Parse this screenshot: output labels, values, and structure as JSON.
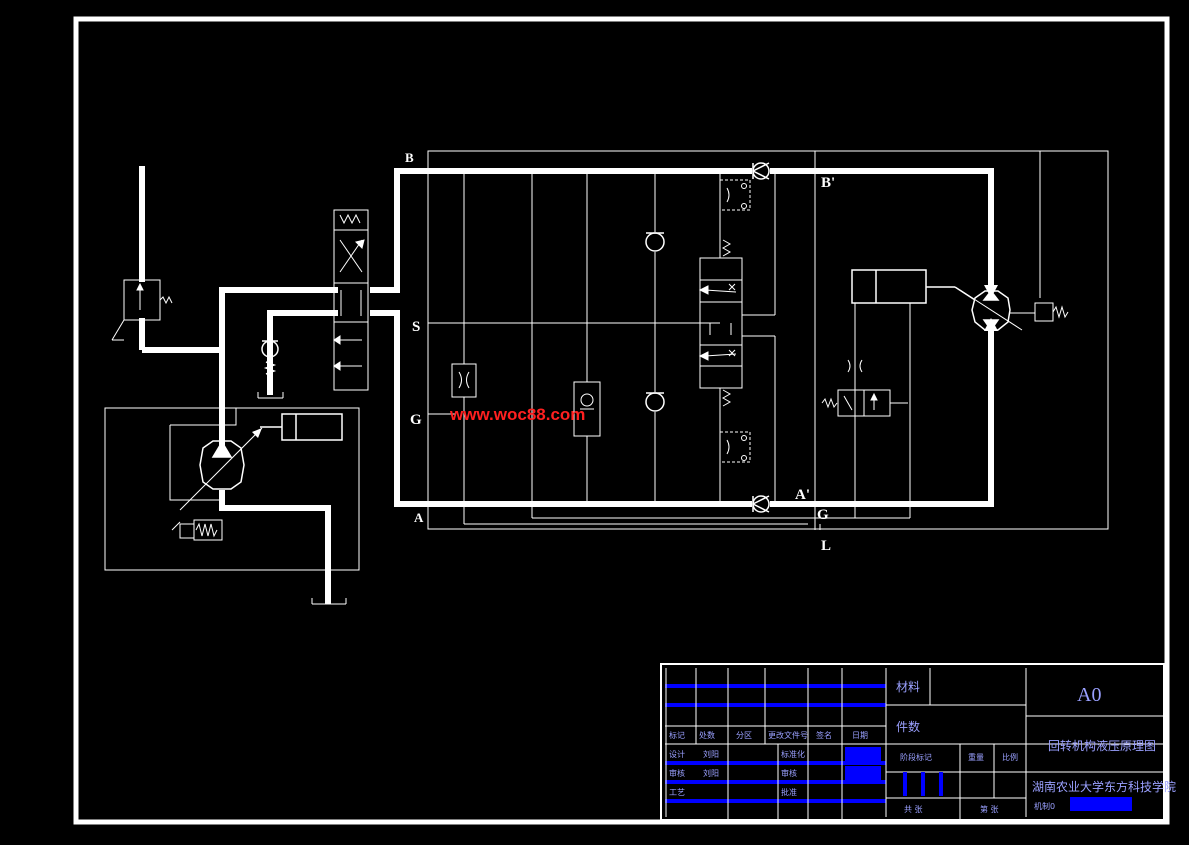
{
  "ports": {
    "B": "B",
    "B_prime": "B'",
    "S": "S",
    "G": "G",
    "A": "A",
    "A_prime": "A'",
    "G2": "G",
    "L": "L"
  },
  "watermark": "www.woc88.com",
  "title_block": {
    "size_label": "A0",
    "material_label": "材料",
    "part_count_label": "件数",
    "drawing_title": "回转机构液压原理图",
    "school": "湖南农业大学东方科技学院",
    "class_label": "机制0",
    "header_cells": [
      "标记",
      "处数",
      "分区",
      "更改文件号",
      "签名",
      "日期"
    ],
    "designer_label": "设计",
    "designer_name": "刘阳",
    "standard_label": "标准化",
    "review_label": "审核",
    "review_name": "刘阳",
    "process_label": "工艺",
    "approve_label": "批准",
    "check_label": "审核",
    "stage_label": "阶段标记",
    "weight_label": "重量",
    "scale_label": "比例",
    "sheet_total": "共 张",
    "sheet_no": "第 张"
  },
  "colors": {
    "line": "#ffffff",
    "title_block_blue": "#0000ff",
    "watermark_red": "#ff2020"
  }
}
